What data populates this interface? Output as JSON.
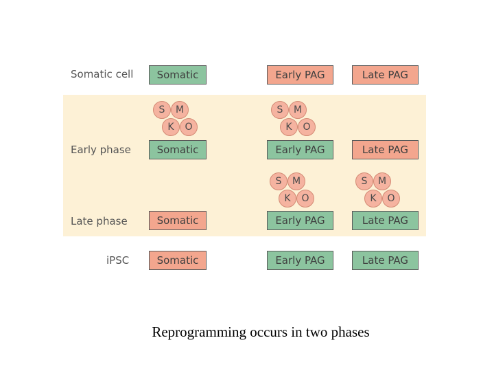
{
  "rows": {
    "somatic_cell": {
      "label": "Somatic cell",
      "boxes": [
        "Somatic",
        "Early PAG",
        "Late PAG"
      ],
      "states": [
        "green",
        "salmon",
        "salmon"
      ]
    },
    "early_phase": {
      "label": "Early phase",
      "boxes": [
        "Somatic",
        "Early PAG",
        "Late PAG"
      ],
      "states": [
        "green",
        "green",
        "salmon"
      ]
    },
    "late_phase": {
      "label": "Late phase",
      "boxes": [
        "Somatic",
        "Early PAG",
        "Late PAG"
      ],
      "states": [
        "salmon",
        "green",
        "green"
      ]
    },
    "ipsc": {
      "label": "iPSC",
      "boxes": [
        "Somatic",
        "Early PAG",
        "Late PAG"
      ],
      "states": [
        "salmon",
        "green",
        "green"
      ]
    }
  },
  "factors": [
    "S",
    "M",
    "K",
    "O"
  ],
  "colors": {
    "band": "#fdf1d6",
    "green": "#8cc49f",
    "salmon": "#f3a68e",
    "factor_fill": "#f5b3a0"
  },
  "caption": "Reprogramming occurs in two phases"
}
